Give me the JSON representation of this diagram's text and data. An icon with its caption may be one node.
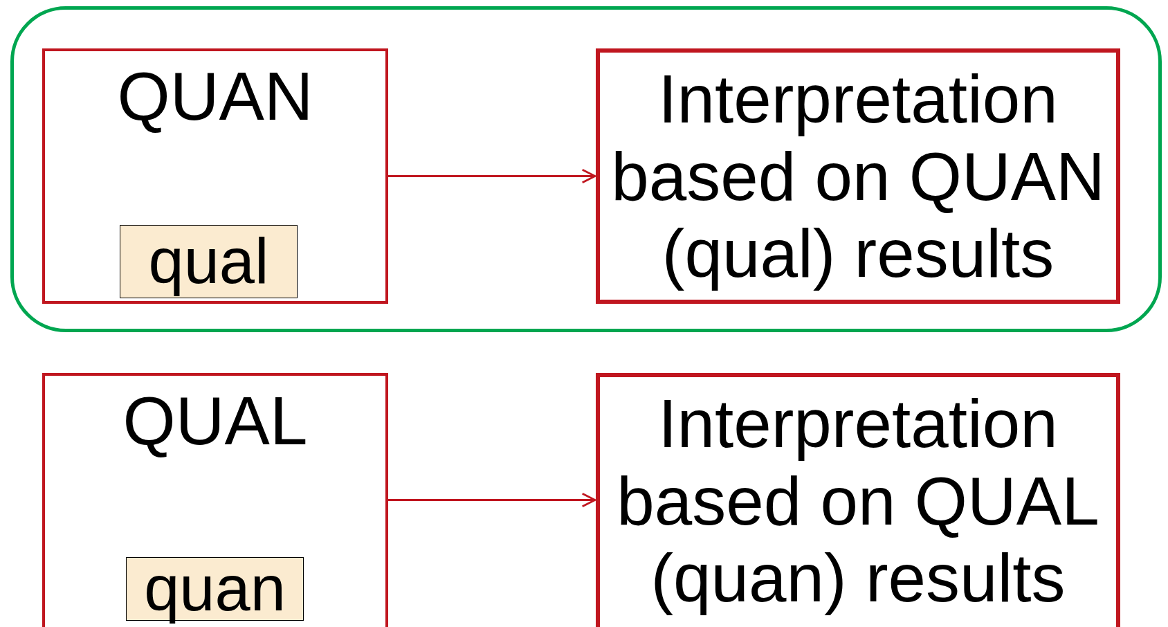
{
  "diagram": {
    "nodes": [
      {
        "text": [],
        "shape": "box"
      },
      {
        "text": [
          "QUAN"
        ],
        "in": 0
      },
      {
        "text": [
          "qual"
        ],
        "in": 1
      },
      {
        "text": [
          "Interpretation based on QUAN (qual) results"
        ],
        "in": 0
      },
      {
        "text": [
          "QUAL"
        ]
      },
      {
        "text": [
          "quan"
        ],
        "in": 4
      },
      {
        "text": [
          "Interpretation based on QUAL (quan) results"
        ]
      }
    ],
    "edges": [
      {
        "from": 1,
        "to": 3,
        "arrow": "to"
      },
      {
        "from": 4,
        "to": 6,
        "arrow": "to"
      }
    ]
  }
}
